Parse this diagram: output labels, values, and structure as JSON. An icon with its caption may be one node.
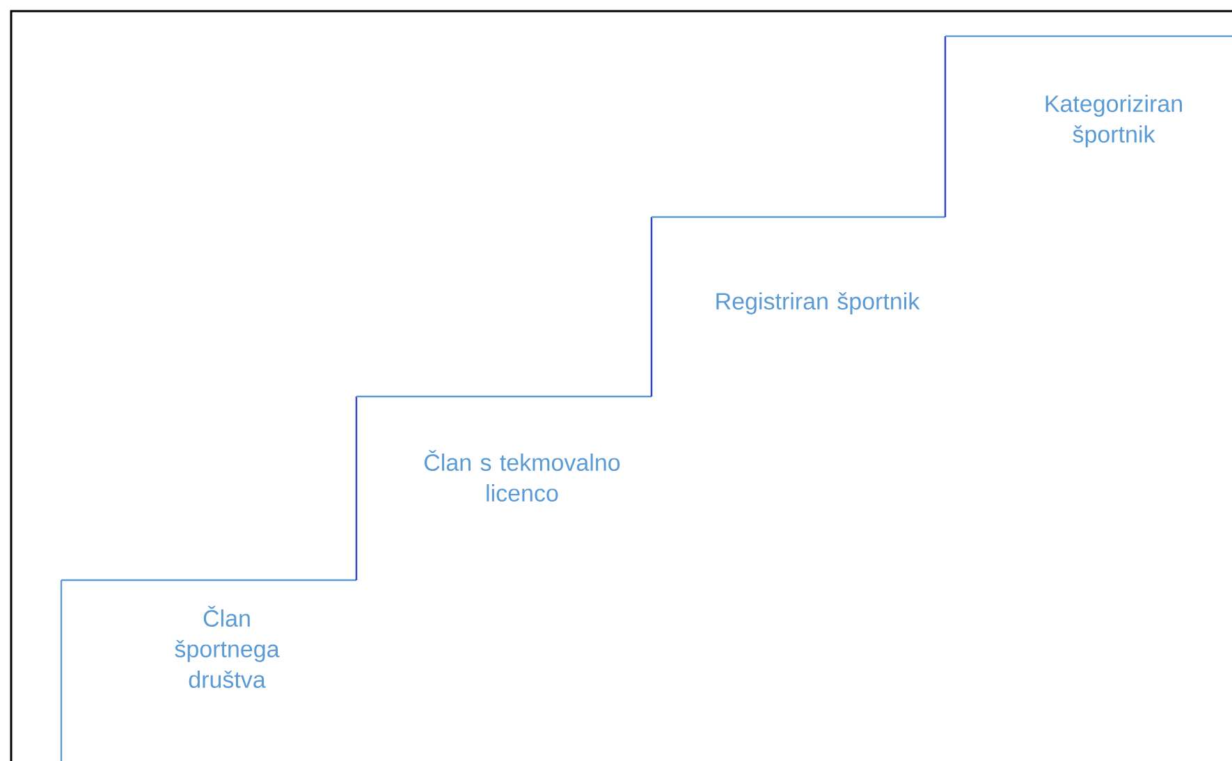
{
  "diagram": {
    "nodes": [
      {
        "text": [
          "Član športnega društva"
        ]
      },
      {
        "text": [
          "Član s tekmovalno licenco"
        ]
      },
      {
        "text": [
          "Registriran športnik"
        ]
      },
      {
        "text": [
          "Kategoriziran športnik"
        ]
      }
    ]
  }
}
